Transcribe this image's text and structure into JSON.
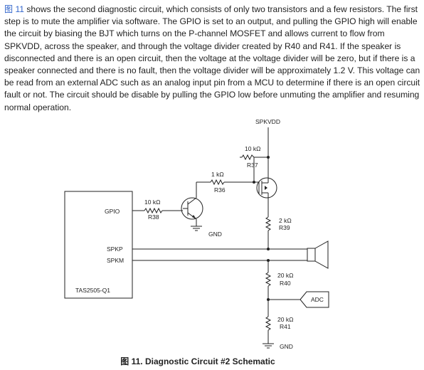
{
  "paragraph": {
    "fig_ref": "图 11",
    "text": " shows the second diagnostic circuit, which consists of only two transistors and a few resistors. The first step is to mute the amplifier via software. The GPIO is set to an output, and pulling the GPIO high will enable the circuit by biasing the BJT which turns on the P-channel MOSFET and allows current to flow from SPKVDD, across the speaker, and through the voltage divider created by R40 and R41. If the speaker is disconnected and there is an open circuit, then the voltage at the voltage divider will be zero, but if there is a speaker connected and there is no fault, then the voltage divider will be approximately 1.2 V. This voltage can be read from an external ADC such as an analog input pin from a MCU to determine if there is an open circuit fault or not. The circuit should be disable by pulling the GPIO low before unmuting the amplifier and resuming normal operation."
  },
  "schematic": {
    "supply": "SPKVDD",
    "chip_name": "TAS2505-Q1",
    "pins": {
      "gpio": "GPIO",
      "spkp": "SPKP",
      "spkm": "SPKM"
    },
    "r37": {
      "value": "10 kΩ",
      "name": "R37"
    },
    "r36": {
      "value": "1 kΩ",
      "name": "R36"
    },
    "r38": {
      "value": "10 kΩ",
      "name": "R38"
    },
    "r39": {
      "value": "2 kΩ",
      "name": "R39"
    },
    "r40": {
      "value": "20 kΩ",
      "name": "R40"
    },
    "r41": {
      "value": "20 kΩ",
      "name": "R41"
    },
    "gnd_bjt": "GND",
    "gnd_bottom": "GND",
    "adc": "ADC"
  },
  "caption": "图 11. Diagnostic Circuit #2 Schematic"
}
